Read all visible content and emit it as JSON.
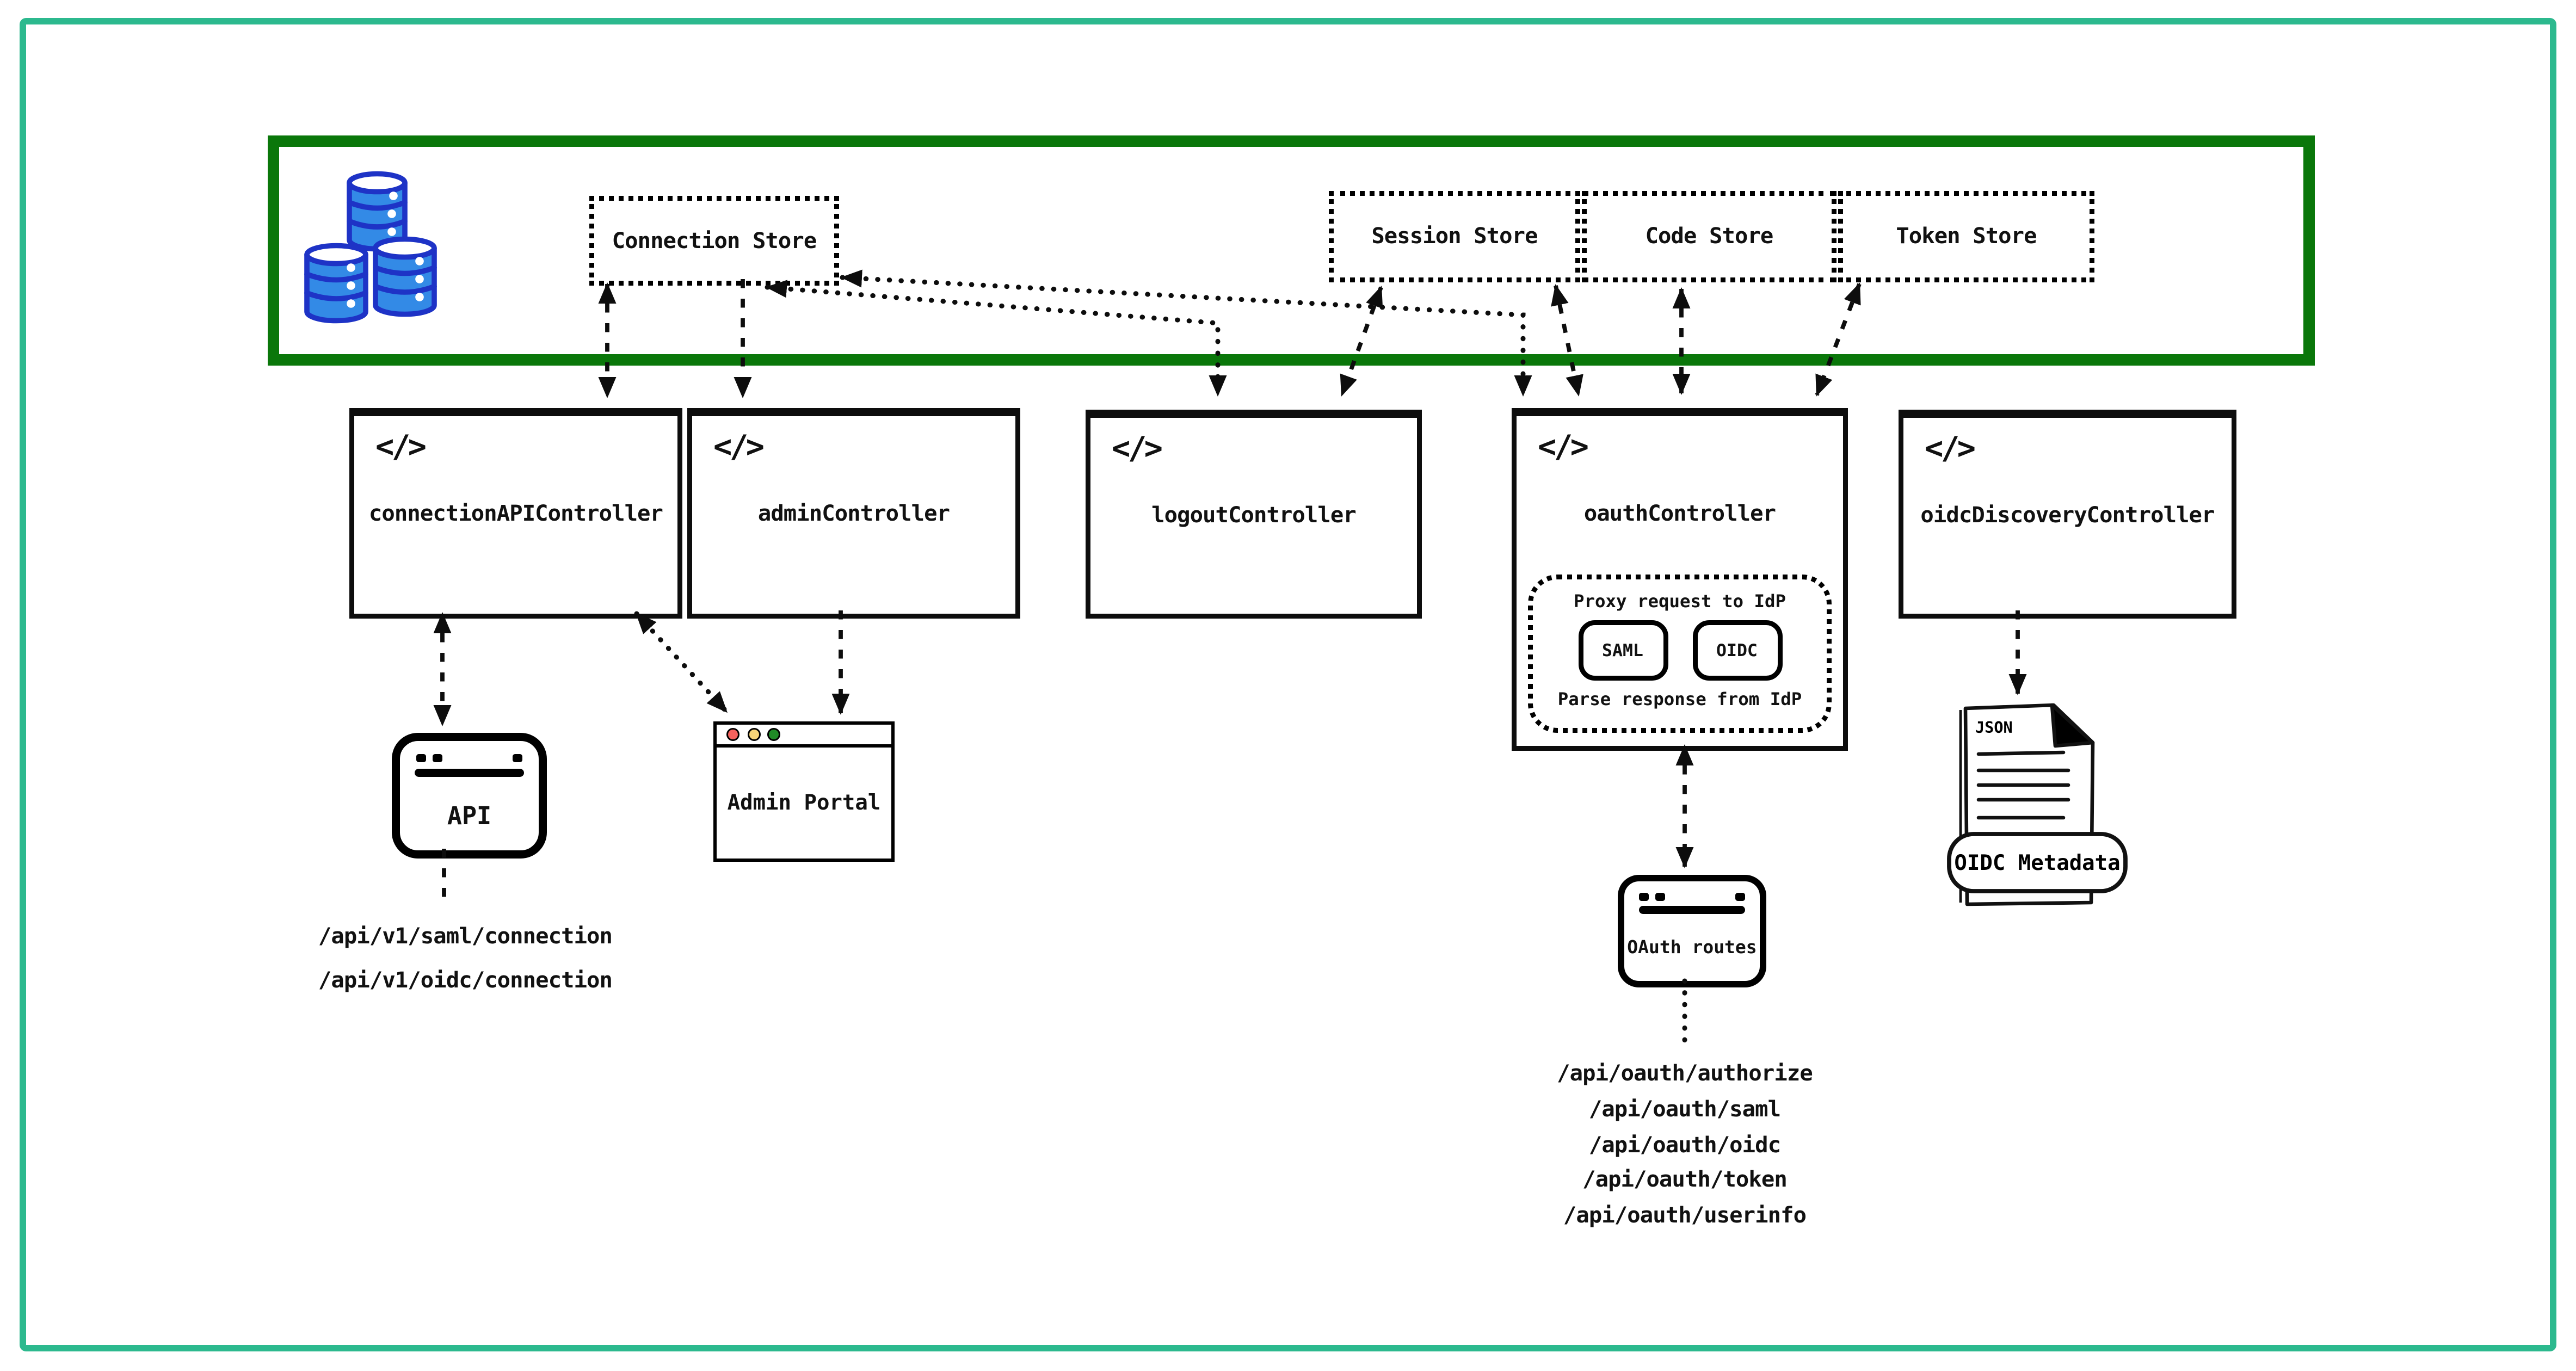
{
  "colors": {
    "outer_border": "#2cb98e",
    "storage_border": "#0a770a",
    "database_fill": "#338ae6",
    "database_stroke": "#1e33c6",
    "traffic_red": "#f4625d",
    "traffic_yellow": "#f7d478",
    "traffic_green": "#208b27"
  },
  "code_icon_glyph": "</>",
  "storage_layer": {
    "stores": [
      {
        "label": "Connection Store"
      },
      {
        "label": "Session Store"
      },
      {
        "label": "Code Store"
      },
      {
        "label": "Token Store"
      }
    ]
  },
  "controllers": [
    {
      "label": "connectionAPIController"
    },
    {
      "label": "adminController"
    },
    {
      "label": "logoutController"
    },
    {
      "label": "oauthController",
      "idp_proxy": {
        "title": "Proxy request to IdP",
        "protocols": [
          {
            "label": "SAML"
          },
          {
            "label": "OIDC"
          }
        ],
        "footer": "Parse response from IdP"
      }
    },
    {
      "label": "oidcDiscoveryController"
    }
  ],
  "clients": {
    "api_app": {
      "label": "API"
    },
    "admin_portal": {
      "label": "Admin Portal"
    },
    "oauth_routes_app": {
      "label": "OAuth routes"
    }
  },
  "endpoints": {
    "connection_api": [
      "/api/v1/saml/connection",
      "/api/v1/oidc/connection"
    ],
    "oauth": [
      "/api/oauth/authorize",
      "/api/oauth/saml",
      "/api/oauth/oidc",
      "/api/oauth/token",
      "/api/oauth/userinfo"
    ]
  },
  "artifacts": {
    "oidc_metadata": {
      "file_badge": "JSON",
      "label": "OIDC Metadata"
    }
  }
}
